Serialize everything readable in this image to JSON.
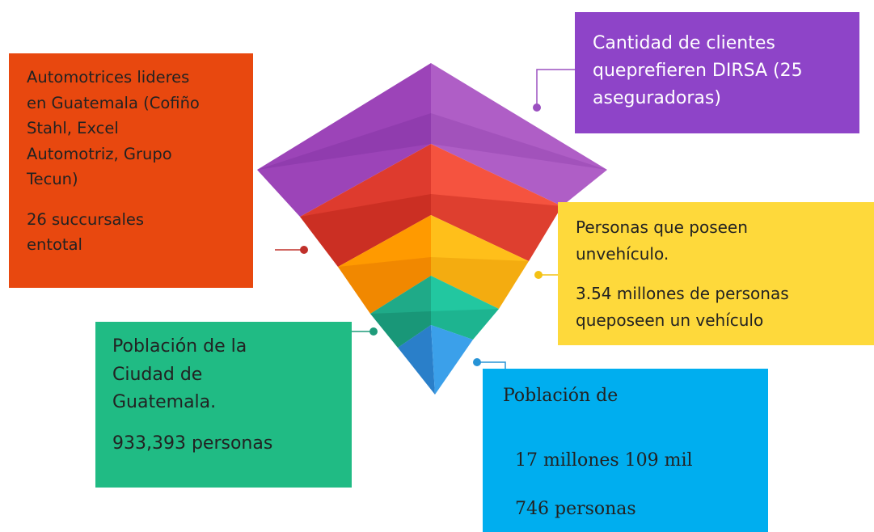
{
  "colors": {
    "purple": "#8e44c8",
    "orange": "#e8480f",
    "yellow": "#fed93b",
    "green": "#20bb84",
    "blue": "#00aeef",
    "pyramid_purple": "#9b3fb6",
    "pyramid_red": "#e53a30",
    "pyramid_orange": "#ffa000",
    "pyramid_teal": "#1fb890",
    "pyramid_blue": "#2a8fd9"
  },
  "boxes": {
    "purple": {
      "lines": [
        "Cantidad de clientes",
        "queprefieren DIRSA (25",
        "aseguradoras)"
      ]
    },
    "orange": {
      "lines": [
        "Automotrices lideres",
        "en Guatemala (Cofiño",
        "Stahl, Excel",
        "Automotriz, Grupo",
        "Tecun)"
      ],
      "detail_lines": [
        "26 succursales",
        "entotal"
      ]
    },
    "yellow": {
      "lines": [
        "Personas que poseen",
        "unvehículo."
      ],
      "detail_lines": [
        "3.54 millones de personas",
        "queposeen un vehículo"
      ]
    },
    "green": {
      "lines": [
        "Población de la",
        "Ciudad de",
        "Guatemala."
      ],
      "detail": "933,393 personas"
    },
    "blue": {
      "title": "Población de",
      "line_2": "17 millones 109 mil",
      "line_3": "746 personas"
    }
  }
}
